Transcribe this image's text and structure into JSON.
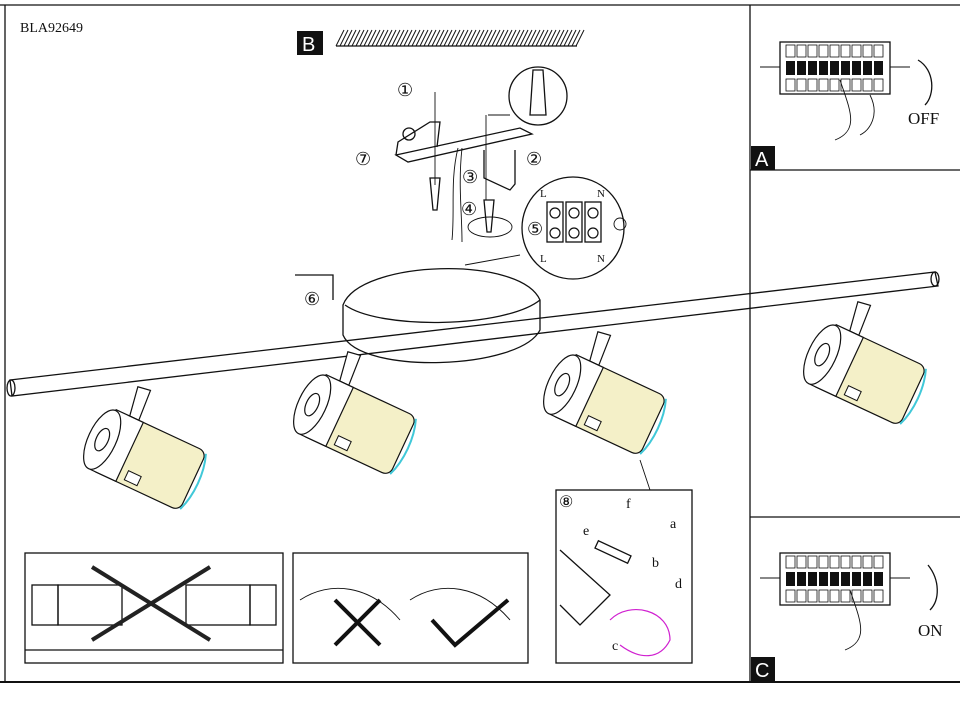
{
  "model_code": "BLA92649",
  "sections": {
    "B": "B",
    "A": "A",
    "C": "C"
  },
  "switch_states": {
    "off": "OFF",
    "on": "ON"
  },
  "steps": [
    "①",
    "②",
    "③",
    "④",
    "⑤",
    "⑥",
    "⑦",
    "⑧"
  ],
  "terminal_labels": {
    "live": "L",
    "neutral": "N"
  },
  "bulb_steps": [
    "a",
    "b",
    "c",
    "d",
    "e",
    "f"
  ],
  "colors": {
    "line": "#111111",
    "lens": "#40c8d8",
    "bulb_outline": "#d020d0",
    "shade_fill": "#f4f0c8"
  }
}
